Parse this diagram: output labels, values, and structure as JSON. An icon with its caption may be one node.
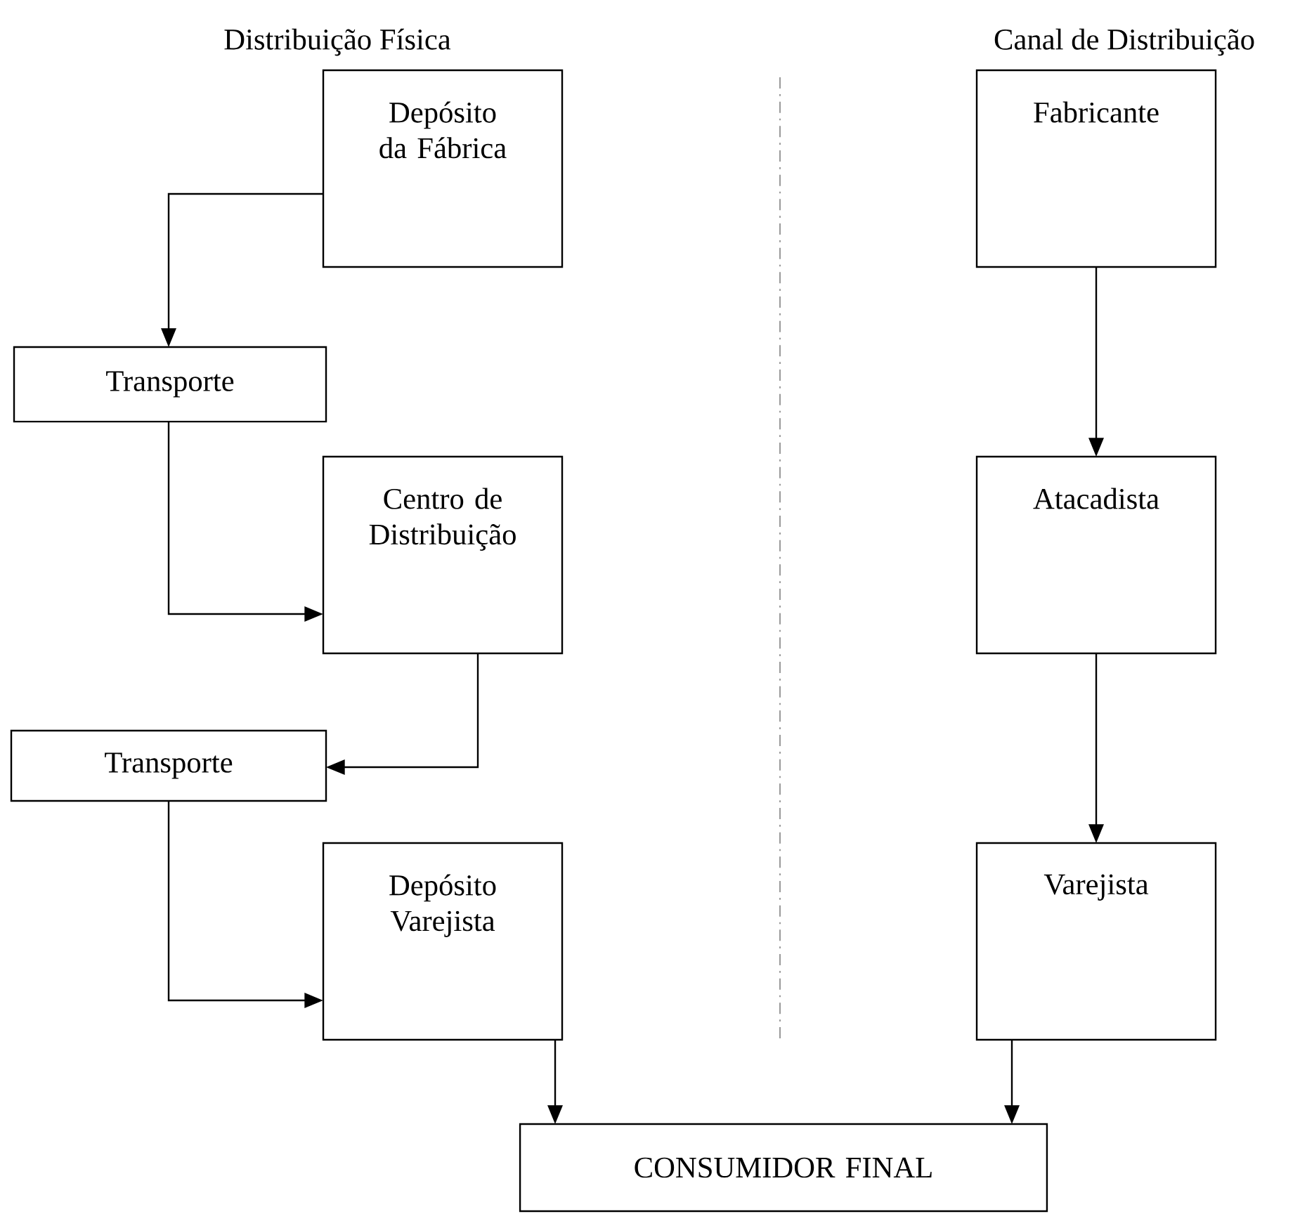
{
  "diagram": {
    "nodes": [
      {
        "text": [
          "Depósito da Fábrica"
        ]
      },
      {
        "text": [
          "Transporte"
        ]
      },
      {
        "text": [
          "Centro de Distribuição"
        ]
      },
      {
        "text": [
          "Transporte"
        ]
      },
      {
        "text": [
          "Depósito Varejista"
        ]
      },
      {
        "text": [
          "Fabricante"
        ]
      },
      {
        "text": [
          "Atacadista"
        ]
      },
      {
        "text": [
          "Varejista"
        ]
      },
      {
        "text": [
          "CONSUMIDOR FINAL"
        ]
      }
    ],
    "edges": [
      {
        "from": 0,
        "to": 1,
        "arrow": "to"
      },
      {
        "from": 1,
        "to": 2,
        "arrow": "to"
      },
      {
        "from": 2,
        "to": 3,
        "arrow": "to"
      },
      {
        "from": 3,
        "to": 4,
        "arrow": "to"
      },
      {
        "from": 4,
        "to": 8,
        "arrow": "to"
      },
      {
        "from": 5,
        "to": 6,
        "arrow": "to"
      },
      {
        "from": 6,
        "to": 7,
        "arrow": "to"
      },
      {
        "from": 7,
        "to": 8,
        "arrow": "to"
      }
    ],
    "labels": [
      "Distribuição Física",
      "Canal de Distribuição"
    ]
  }
}
